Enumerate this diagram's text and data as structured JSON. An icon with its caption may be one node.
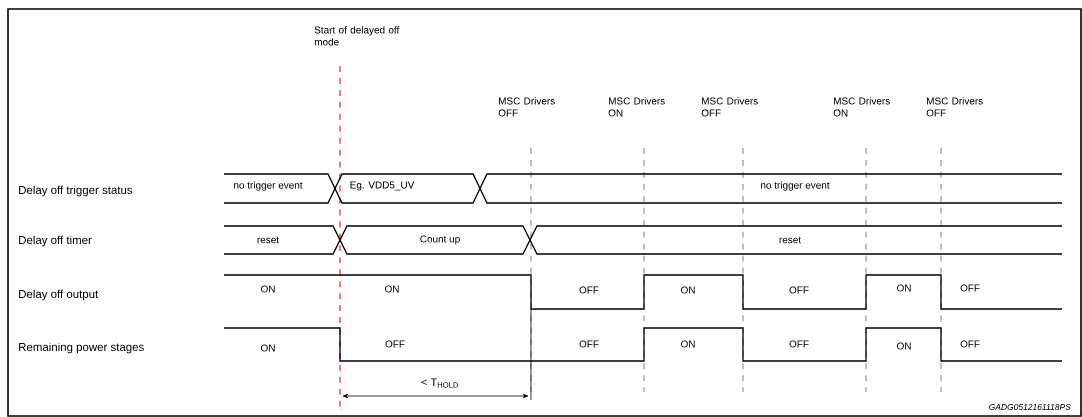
{
  "diagram": {
    "labels": [
      "Start of delayed off mode",
      "MSC Drivers OFF",
      "MSC Drivers ON",
      "MSC Drivers OFF",
      "MSC Drivers ON",
      "MSC Drivers OFF",
      "Delay off trigger status",
      "no trigger event",
      "Eg. VDD5_UV",
      "no trigger event",
      "Delay off timer",
      "reset",
      "Count up",
      "reset",
      "Delay off output",
      "ON",
      "ON",
      "OFF",
      "ON",
      "OFF",
      "ON",
      "OFF",
      "Remaining power stages",
      "ON",
      "OFF",
      "OFF",
      "ON",
      "OFF",
      "ON",
      "OFF",
      "< T$_{HOLD}$",
      "GADG0512161118PS"
    ]
  }
}
